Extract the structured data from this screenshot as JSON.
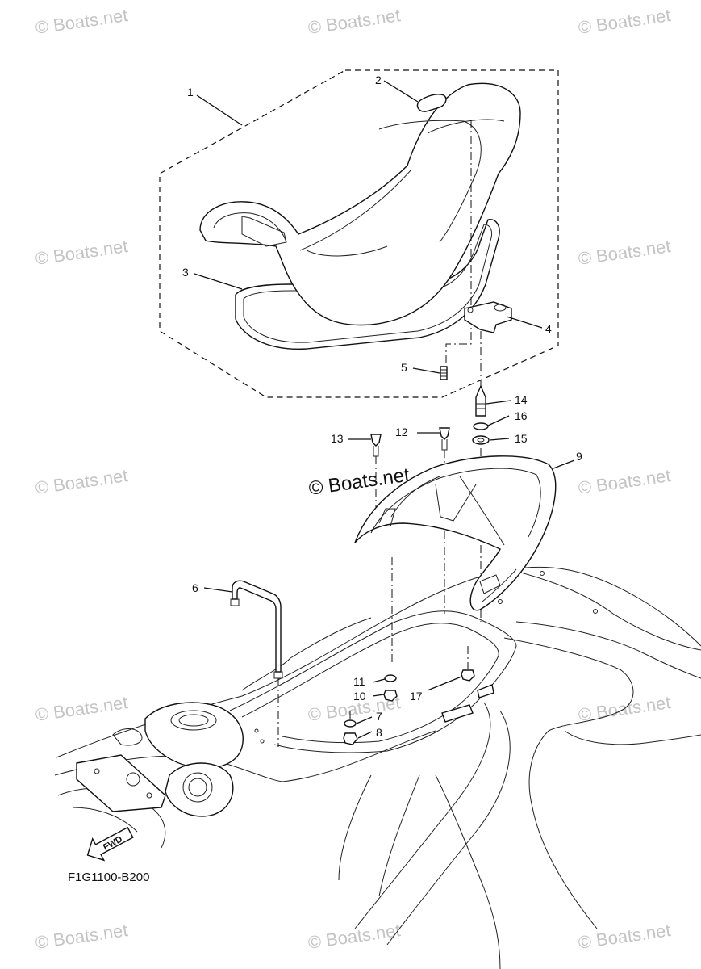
{
  "diagram": {
    "code": "F1G1100-B200",
    "fwd_label": "FWD",
    "center_watermark": "© Boats.net",
    "watermark": "© Boats.net",
    "callouts": [
      {
        "id": "c1",
        "text": "1"
      },
      {
        "id": "c2",
        "text": "2"
      },
      {
        "id": "c3",
        "text": "3"
      },
      {
        "id": "c4",
        "text": "4"
      },
      {
        "id": "c5",
        "text": "5"
      },
      {
        "id": "c6",
        "text": "6"
      },
      {
        "id": "c7",
        "text": "7"
      },
      {
        "id": "c8",
        "text": "8"
      },
      {
        "id": "c9",
        "text": "9"
      },
      {
        "id": "c10",
        "text": "10"
      },
      {
        "id": "c11",
        "text": "11"
      },
      {
        "id": "c12",
        "text": "12"
      },
      {
        "id": "c13",
        "text": "13"
      },
      {
        "id": "c14",
        "text": "14"
      },
      {
        "id": "c15",
        "text": "15"
      },
      {
        "id": "c16",
        "text": "16"
      },
      {
        "id": "c17",
        "text": "17"
      }
    ]
  }
}
